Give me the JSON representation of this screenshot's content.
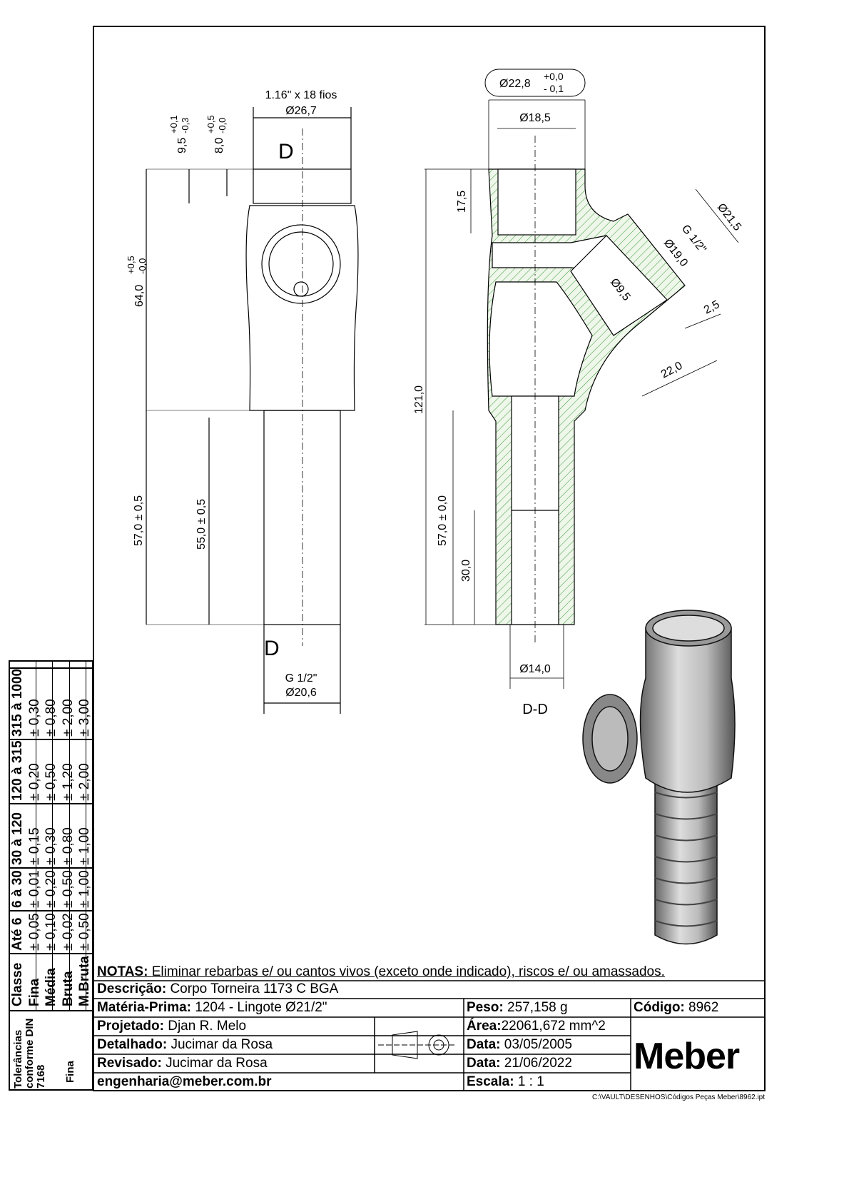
{
  "drawing": {
    "front_view": {
      "thread_top": "1.16\" x 18 fios",
      "dia_top": "Ø26,7",
      "tol_95": "9,5",
      "tol_95_up": "+0,1",
      "tol_95_dn": "-0,3",
      "tol_80": "8,0",
      "tol_80_up": "+0,5",
      "tol_80_dn": "-0,0",
      "h64": "64,0",
      "h64_up": "+0,5",
      "h64_dn": "-0,0",
      "h57": "57,0 ± 0,5",
      "h55": "55,0 ± 0,5",
      "section_mark_top": "D",
      "section_mark_bottom": "D",
      "thread_bottom": "G 1/2\"",
      "dia_bottom": "Ø20,6"
    },
    "section_view": {
      "dia_outer": "Ø22,8",
      "dia_outer_up": "+0,0",
      "dia_outer_dn": "- 0,1",
      "dia_inner": "Ø18,5",
      "h175": "17,5",
      "h121": "121,0",
      "h57": "57,0 ± 0,0",
      "h30": "30,0",
      "dia_14": "Ø14,0",
      "branch_thread": "G 1/2\"",
      "branch_dia": "Ø19,0",
      "branch_outer": "Ø21,5",
      "branch_hole": "Ø9,5",
      "d25": "2,5",
      "d22": "22,0",
      "label": "D-D"
    }
  },
  "tolerances": {
    "title": "Tolerâncias conforme DIN 7168",
    "class": "Fina",
    "columns": [
      {
        "header": "Classe",
        "values": [
          "Fina",
          "Média",
          "Bruta",
          "M.Bruta"
        ]
      },
      {
        "header": "Até 6",
        "values": [
          "± 0,05",
          "± 0,10",
          "± 0,02",
          "± 0,50"
        ]
      },
      {
        "header": "6 à 30",
        "values": [
          "± 0,01",
          "± 0,20",
          "± 0,50",
          "± 1,00"
        ]
      },
      {
        "header": "30 à 120",
        "values": [
          "± 0,15",
          "± 0,30",
          "± 0,80",
          "± 1,00"
        ]
      },
      {
        "header": "120 à 315",
        "values": [
          "± 0,20",
          "± 0,50",
          "± 1,20",
          "± 2,00"
        ]
      },
      {
        "header": "315 à 1000",
        "values": [
          "± 0,30",
          "± 0,80",
          "± 2,00",
          "± 3,00"
        ]
      }
    ]
  },
  "title_block": {
    "notas_label": "NOTAS:",
    "notas": "Eliminar rebarbas e/ ou cantos vivos (exceto onde indicado), riscos e/ ou amassados.",
    "descricao_label": "Descrição:",
    "descricao": "Corpo Torneira 1173 C BGA",
    "materia_label": "Matéria-Prima:",
    "materia": "1204 - Lingote Ø21/2\"",
    "peso_label": "Peso:",
    "peso": "257,158 g",
    "codigo_label": "Código:",
    "codigo": "8962",
    "projetado_label": "Projetado:",
    "projetado": "Djan R. Melo",
    "area_label": "Área:",
    "area": "22061,672 mm^2",
    "detalhado_label": "Detalhado:",
    "detalhado": "Jucimar da Rosa",
    "data1_label": "Data:",
    "data1": "03/05/2005",
    "revisado_label": "Revisado:",
    "revisado": "Jucimar da Rosa",
    "data2_label": "Data:",
    "data2": "21/06/2022",
    "email": "engenharia@meber.com.br",
    "escala_label": "Escala:",
    "escala": "1 : 1",
    "logo": "Meber"
  },
  "file_path": "C:\\VAULT\\DESENHOS\\Códigos Peças Meber\\8962.ipt"
}
